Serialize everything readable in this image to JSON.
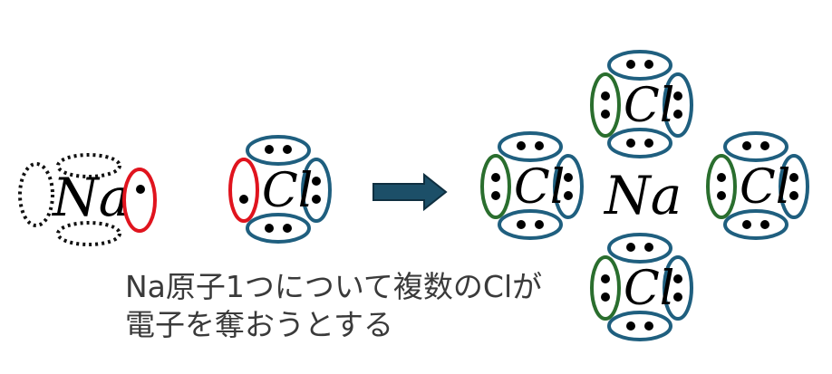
{
  "colors": {
    "valence_pair": "#1f5f7f",
    "electron_single": "#e0141e",
    "shared_green": "#2a6e2e",
    "inner_dotted": "#111111",
    "arrow_fill": "#1c4f68",
    "arrow_stroke": "#0f2f40",
    "electron": "#000000"
  },
  "left_side": {
    "sodium_symbol": "Na",
    "chlorine_symbol": "Cl"
  },
  "right_side": {
    "center_symbol": "Na",
    "chlorine_symbols": [
      "Cl",
      "Cl",
      "Cl",
      "Cl"
    ]
  },
  "caption": {
    "line1": "Na原子1つについて複数のClが",
    "line2": "電子を奪おうとする"
  },
  "icons": [
    "reaction-arrow-icon"
  ]
}
